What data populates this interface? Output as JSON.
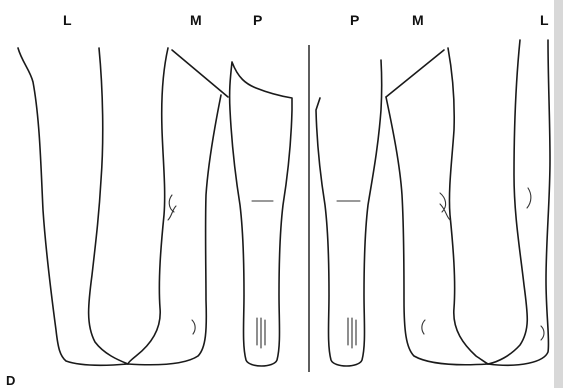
{
  "labels": {
    "left_group": [
      "L",
      "M",
      "P"
    ],
    "right_group": [
      "P",
      "M",
      "L"
    ],
    "panel": "D"
  }
}
